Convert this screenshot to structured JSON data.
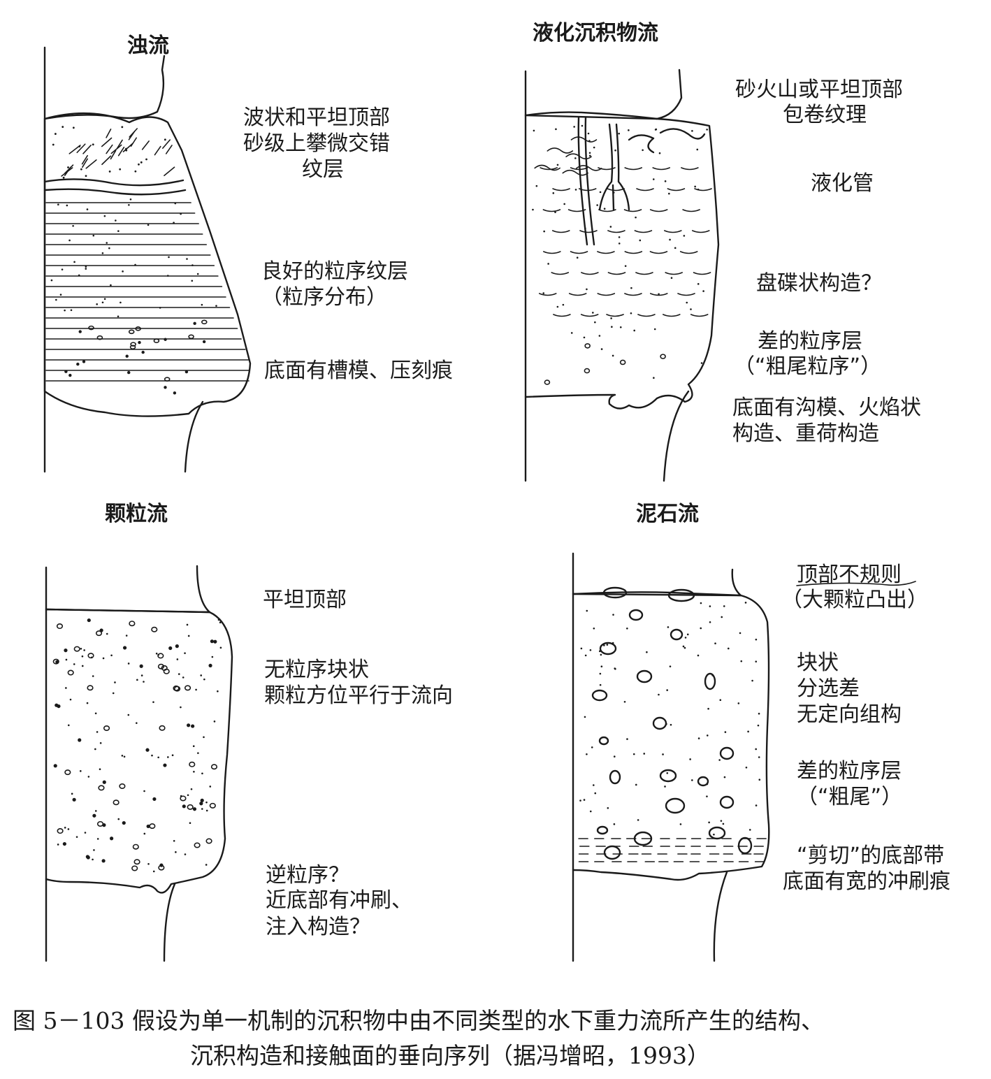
{
  "caption": {
    "line1": "图 5－103    假设为单一机制的沉积物中由不同类型的水下重力流所产生的结构、",
    "line2": "沉积构造和接触面的垂向序列（据冯增昭，1993）"
  },
  "panels": {
    "turbidity": {
      "title": "浊流",
      "labels": [
        "波状和平坦顶部",
        "砂级上攀微交错",
        "纹层",
        "良好的粒序纹层",
        "（粒序分布）",
        "底面有槽模、压刻痕"
      ]
    },
    "liquefied": {
      "title": "液化沉积物流",
      "labels": [
        "砂火山或平坦顶部",
        "包卷纹理",
        "液化管",
        "盘碟状构造？",
        "差的粒序层",
        "（“粗尾粒序”）",
        "底面有沟模、火焰状",
        "构造、重荷构造"
      ]
    },
    "grain": {
      "title": "颗粒流",
      "labels": [
        "平坦顶部",
        "无粒序块状",
        "颗粒方位平行于流向",
        "逆粒序？",
        "近底部有冲刷、",
        "注入构造？"
      ]
    },
    "debris": {
      "title": "泥石流",
      "labels": [
        "顶部不规则",
        "（大颗粒凸出）",
        "块状",
        "分选差",
        "无定向组构",
        "差的粒序层",
        "（“粗尾”）",
        "“剪切”的底部带",
        "底面有宽的冲刷痕"
      ]
    }
  }
}
